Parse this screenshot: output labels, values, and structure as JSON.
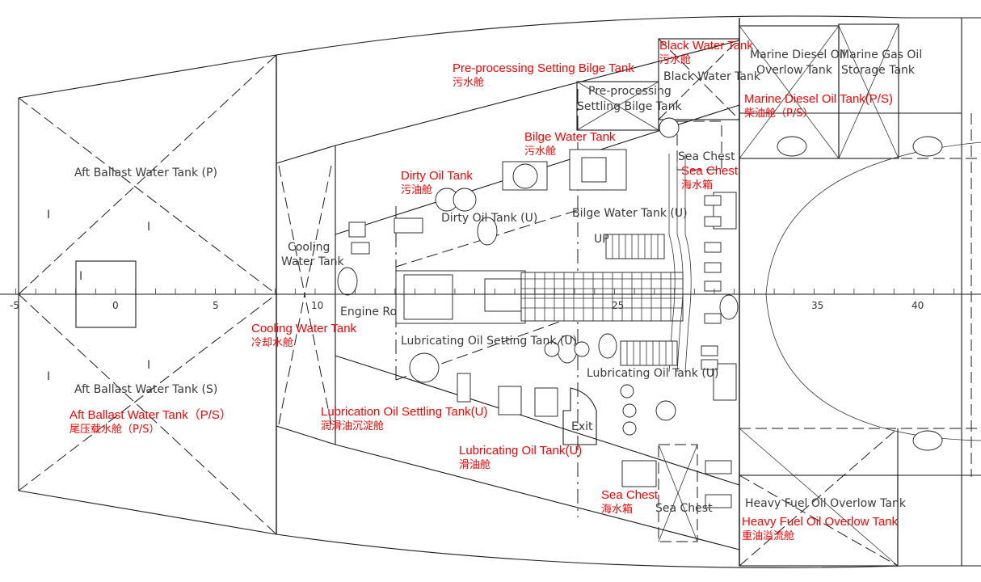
{
  "diagram": {
    "title": "Engine Room Tank Arrangement",
    "accent_color": "#ff0000",
    "line_color": "#1a1a1a",
    "axis_ticks": [
      "-5",
      "0",
      "5",
      "10",
      "25",
      "35",
      "40"
    ],
    "cad_labels": {
      "aft_ballast_p": "Aft Ballast Water Tank (P)",
      "aft_ballast_s": "Aft Ballast Water Tank (S)",
      "cooling_1": "Cooling",
      "cooling_2": "Water Tank",
      "engine_room": "Engine Ro",
      "dirty_oil_u": "Dirty Oil Tank (U)",
      "lube_settling_u": "Lubricating Oil Setting Tank (U)",
      "lube_tank_u": "Lubricating Oil Tank (U)",
      "bilge_u": "Bilge Water Tank (U)",
      "up": "UP",
      "exit": "Exit",
      "preproc_1": "Pre-processing",
      "preproc_2": "Settling Bilge Tank",
      "black_water": "Black Water Tank",
      "mdo_overflow_1": "Marine Diesel Oil",
      "mdo_overflow_2": "Overlow Tank",
      "mgo_storage_1": "Marine Gas Oil",
      "mgo_storage_2": "Storage Tank",
      "sea_chest_upper": "Sea Chest",
      "sea_chest_lower": "Sea Chest",
      "hfo_overflow": "Heavy Fuel Oil Overlow Tank",
      "marker_i": "I"
    },
    "annotations": [
      {
        "id": "black-water",
        "en": "Black Water Tank",
        "cn": "污水舱"
      },
      {
        "id": "preproc",
        "en": "Pre-processing Setting Bilge Tank",
        "cn": "污水舱"
      },
      {
        "id": "mdo",
        "en": "Marine Diesel Oil Tank(P/S)",
        "cn": "柴油舱（P/S）"
      },
      {
        "id": "bilge",
        "en": "Bilge Water Tank",
        "cn": "污水舱"
      },
      {
        "id": "sea-chest-upper",
        "en": "Sea Chest",
        "cn": "海水箱"
      },
      {
        "id": "dirty-oil",
        "en": "Dirty Oil Tank",
        "cn": "污油舱"
      },
      {
        "id": "cooling",
        "en": "Cooling Water Tank",
        "cn": "冷却水舱"
      },
      {
        "id": "aft-ballast",
        "en": "Aft Ballast Water Tank（P/S）",
        "cn": "尾压载水舱（P/S）"
      },
      {
        "id": "lube-settling",
        "en": "Lubrication Oil Settling Tank(U)",
        "cn": "润滑油沉淀舱"
      },
      {
        "id": "lube-tank",
        "en": "Lubricating Oil Tank(U)",
        "cn": "滑油舱"
      },
      {
        "id": "sea-chest-lower",
        "en": "Sea Chest",
        "cn": "海水箱"
      },
      {
        "id": "hfo",
        "en": "Heavy  Fuel Oil Overlow  Tank",
        "cn": "重油溢流舱"
      }
    ]
  }
}
